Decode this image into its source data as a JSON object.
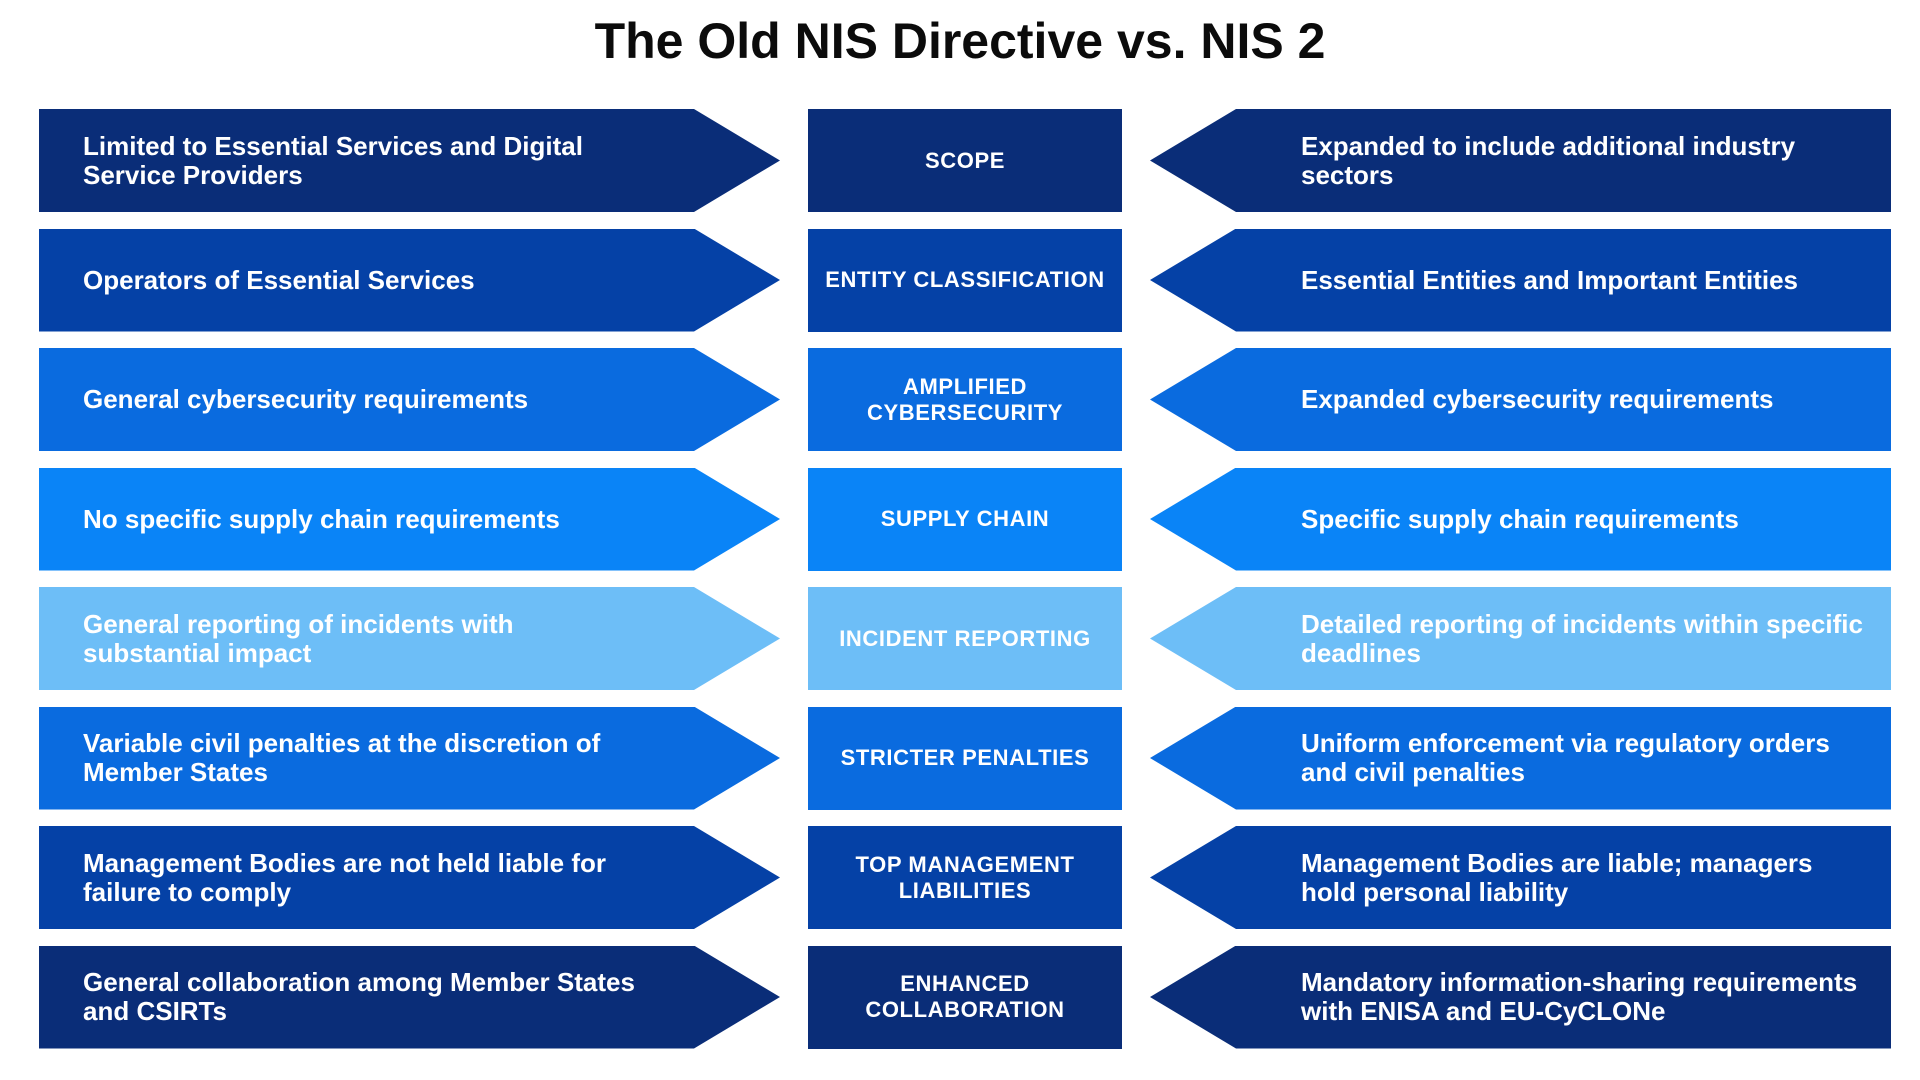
{
  "title": "The Old NIS Directive vs. NIS 2",
  "rows": [
    {
      "old": "Limited to Essential Services and Digital Service Providers",
      "category": "SCOPE",
      "new": "Expanded to include additional industry sectors",
      "color": "#0A2D78"
    },
    {
      "old": "Operators of Essential Services",
      "category": "ENTITY CLASSIFICATION",
      "new": "Essential Entities and Important Entities",
      "color": "#0541A6"
    },
    {
      "old": "General cybersecurity requirements",
      "category": "AMPLIFIED CYBERSECURITY",
      "new": "Expanded cybersecurity requirements",
      "color": "#0A6BDF"
    },
    {
      "old": "No specific supply chain requirements",
      "category": "SUPPLY CHAIN",
      "new": "Specific supply chain requirements",
      "color": "#0A84F7"
    },
    {
      "old": "General reporting of incidents with substantial impact",
      "category": "INCIDENT REPORTING",
      "new": "Detailed reporting of incidents within specific deadlines",
      "color": "#6DBEF7"
    },
    {
      "old": "Variable civil penalties at the discretion of Member States",
      "category": "STRICTER PENALTIES",
      "new": "Uniform enforcement via regulatory orders and civil penalties",
      "color": "#0A6BDF"
    },
    {
      "old": "Management Bodies are not held liable for failure to comply",
      "category": "TOP MANAGEMENT LIABILITIES",
      "new": "Management Bodies are liable; managers hold personal liability",
      "color": "#0541A6"
    },
    {
      "old": "General collaboration among Member States and CSIRTs",
      "category": "ENHANCED COLLABORATION",
      "new": "Mandatory information-sharing requirements with ENISA and EU-CyCLONe",
      "color": "#0A2D78"
    }
  ]
}
